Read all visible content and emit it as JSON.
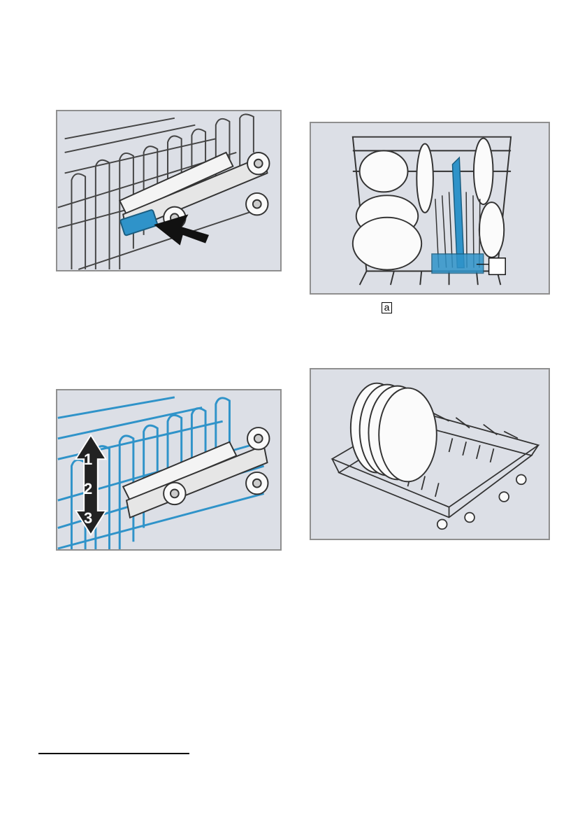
{
  "figures": {
    "lock_button": {
      "icon": "rack-release-button-icon"
    },
    "upper_basket_loaded": {
      "callout": "a",
      "icon": "cutlery-basket-icon"
    },
    "rack_height": {
      "positions": [
        "1",
        "2",
        "3"
      ],
      "icon": "height-adjust-arrow-icon"
    },
    "lower_basket_plates": {
      "icon": "lower-basket-icon"
    }
  },
  "colors": {
    "figure_background": "#dcdfe6",
    "figure_border": "#8f8f8f",
    "accent_blue": "#2f93c9",
    "line": "#2a2a2a"
  }
}
